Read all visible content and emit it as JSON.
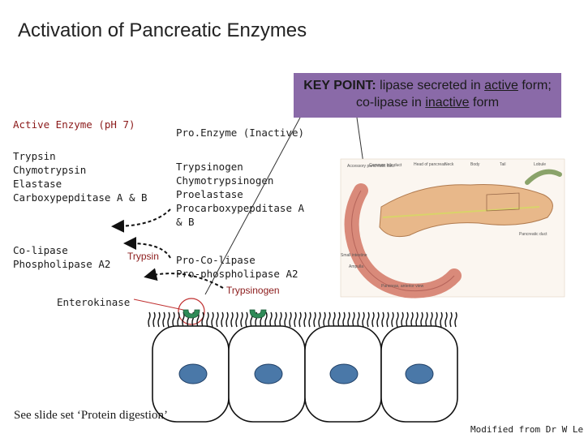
{
  "title": "Activation of Pancreatic Enzymes",
  "key_point": {
    "label": "KEY POINT:",
    "text_1": " lipase secreted in ",
    "active_word": "active",
    "text_2": " form; co-lipase in ",
    "inactive_word": "inactive",
    "text_3": " form"
  },
  "active_header": "Active Enzyme (pH 7)",
  "pro_header": "Pro.Enzyme (Inactive)",
  "active_enzymes": [
    "Trypsin",
    "Chymotrypsin",
    "Elastase",
    "Carboxypepditase A & B"
  ],
  "pro_enzymes": [
    "Trypsinogen",
    "Chymotrypsinogen",
    "Proelastase",
    "Procarboxypepditase A",
    "& B"
  ],
  "active_enzymes_2": [
    "Co-lipase",
    "Phospholipase A2"
  ],
  "pro_enzymes_2": [
    "Pro-Co-lipase",
    "Pro-phospholipase A2"
  ],
  "trypsin_label": "Trypsin",
  "trypsinogen_label": "Trypsinogen",
  "enterokinase_label": "Enterokinase",
  "see_slide": "See slide set ‘Protein digestion’",
  "credit": "Modified from Dr W Lencer",
  "colors": {
    "keybox": "#8a6aa8",
    "active_header": "#8b1a1a",
    "enzyme_label": "#8b1a1a",
    "nucleus": "#4a78a8",
    "enterokinase": "#2e8b57",
    "pancreas": "#e8b88a",
    "duodenum": "#d98a7a"
  }
}
